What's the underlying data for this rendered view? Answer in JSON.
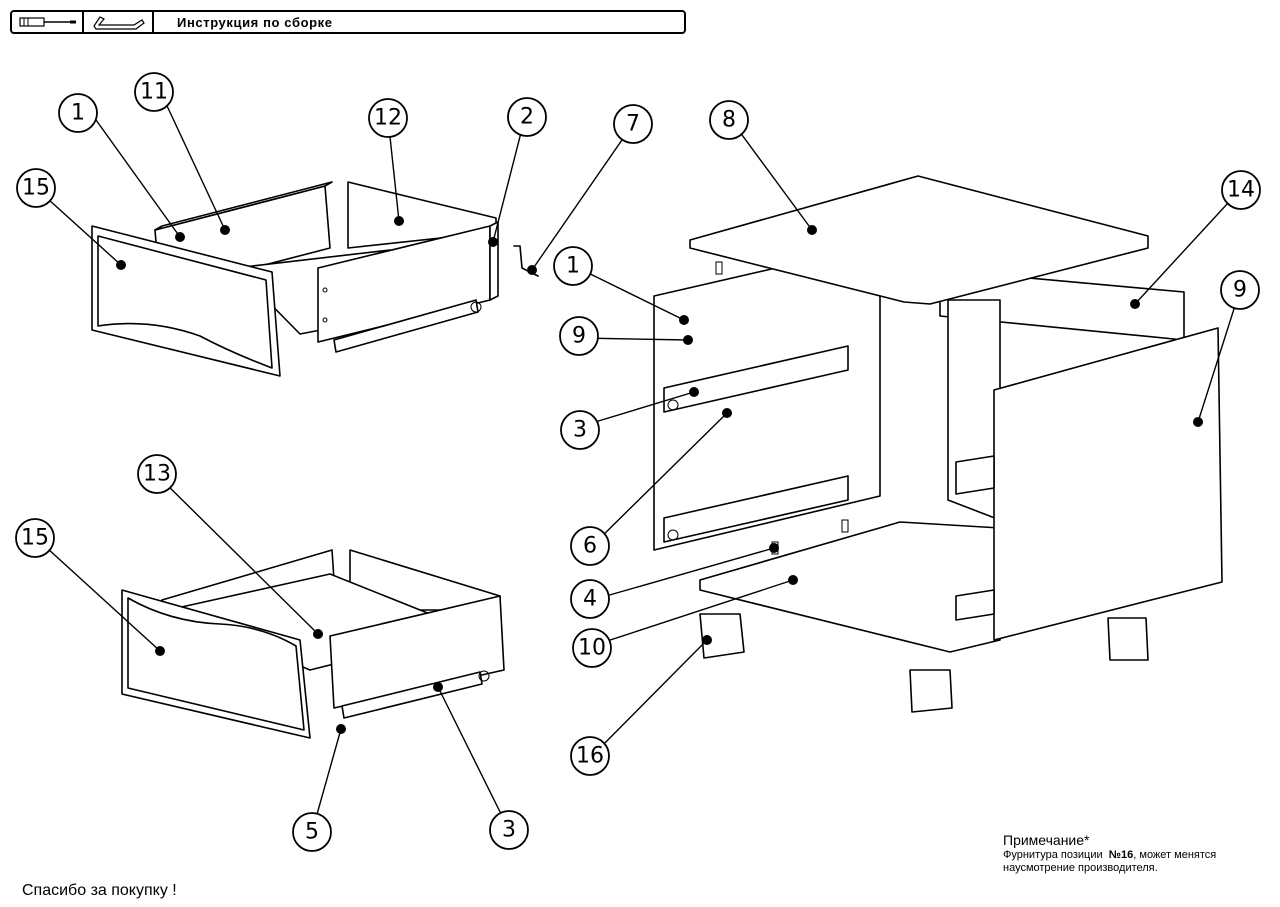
{
  "header": {
    "title": "Инструкция по сборке",
    "tool_icons": [
      "screwdriver-icon",
      "hex-key-icon"
    ]
  },
  "callouts": [
    {
      "id": "c1a",
      "label": "1"
    },
    {
      "id": "c11",
      "label": "11"
    },
    {
      "id": "c12",
      "label": "12"
    },
    {
      "id": "c2",
      "label": "2"
    },
    {
      "id": "c15a",
      "label": "15"
    },
    {
      "id": "c7",
      "label": "7"
    },
    {
      "id": "c8",
      "label": "8"
    },
    {
      "id": "c14",
      "label": "14"
    },
    {
      "id": "c1b",
      "label": "1"
    },
    {
      "id": "c9a",
      "label": "9"
    },
    {
      "id": "c9b",
      "label": "9"
    },
    {
      "id": "c3a",
      "label": "3"
    },
    {
      "id": "c6",
      "label": "6"
    },
    {
      "id": "c4",
      "label": "4"
    },
    {
      "id": "c10",
      "label": "10"
    },
    {
      "id": "c16",
      "label": "16"
    },
    {
      "id": "c13",
      "label": "13"
    },
    {
      "id": "c15b",
      "label": "15"
    },
    {
      "id": "c5",
      "label": "5"
    },
    {
      "id": "c3b",
      "label": "3"
    }
  ],
  "footer": {
    "thanks": "Спасибо за покупку !",
    "note_title": "Примечание*",
    "note_line1_prefix": "Фурнитура позиции",
    "note_line1_bold": "№16",
    "note_line1_suffix": ", может менятся",
    "note_line2": "наусмотрение производителя."
  }
}
